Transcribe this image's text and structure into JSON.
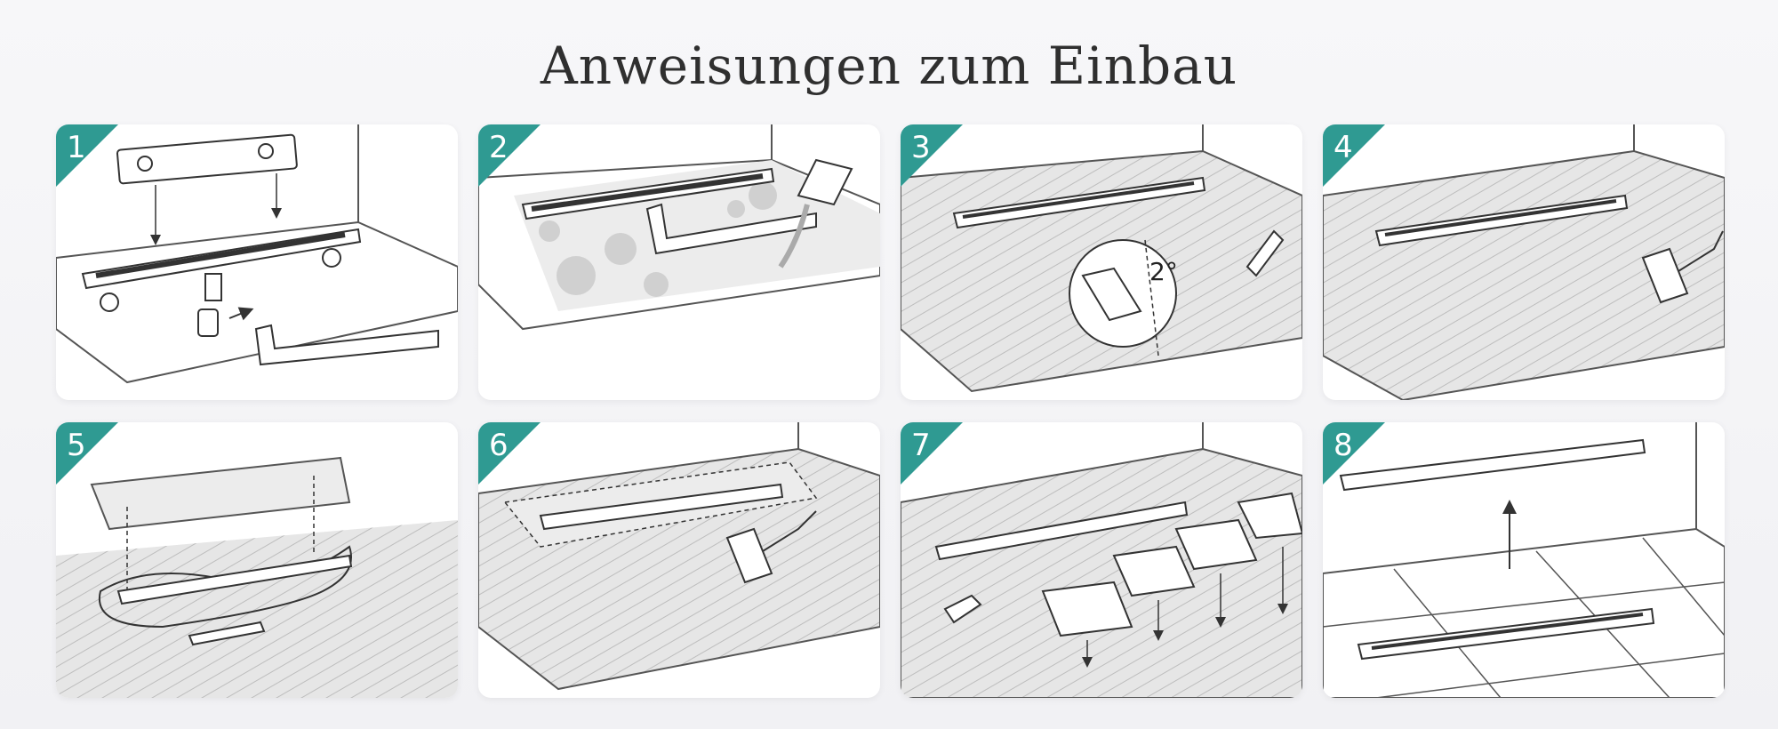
{
  "title": "Anweisungen zum Einbau",
  "colors": {
    "badge": "#2f9a92",
    "line": "#333333",
    "hatch": "#c8c8c8"
  },
  "steps": [
    {
      "number": "1"
    },
    {
      "number": "2"
    },
    {
      "number": "3",
      "angle_label": "2°"
    },
    {
      "number": "4"
    },
    {
      "number": "5"
    },
    {
      "number": "6"
    },
    {
      "number": "7"
    },
    {
      "number": "8"
    }
  ]
}
